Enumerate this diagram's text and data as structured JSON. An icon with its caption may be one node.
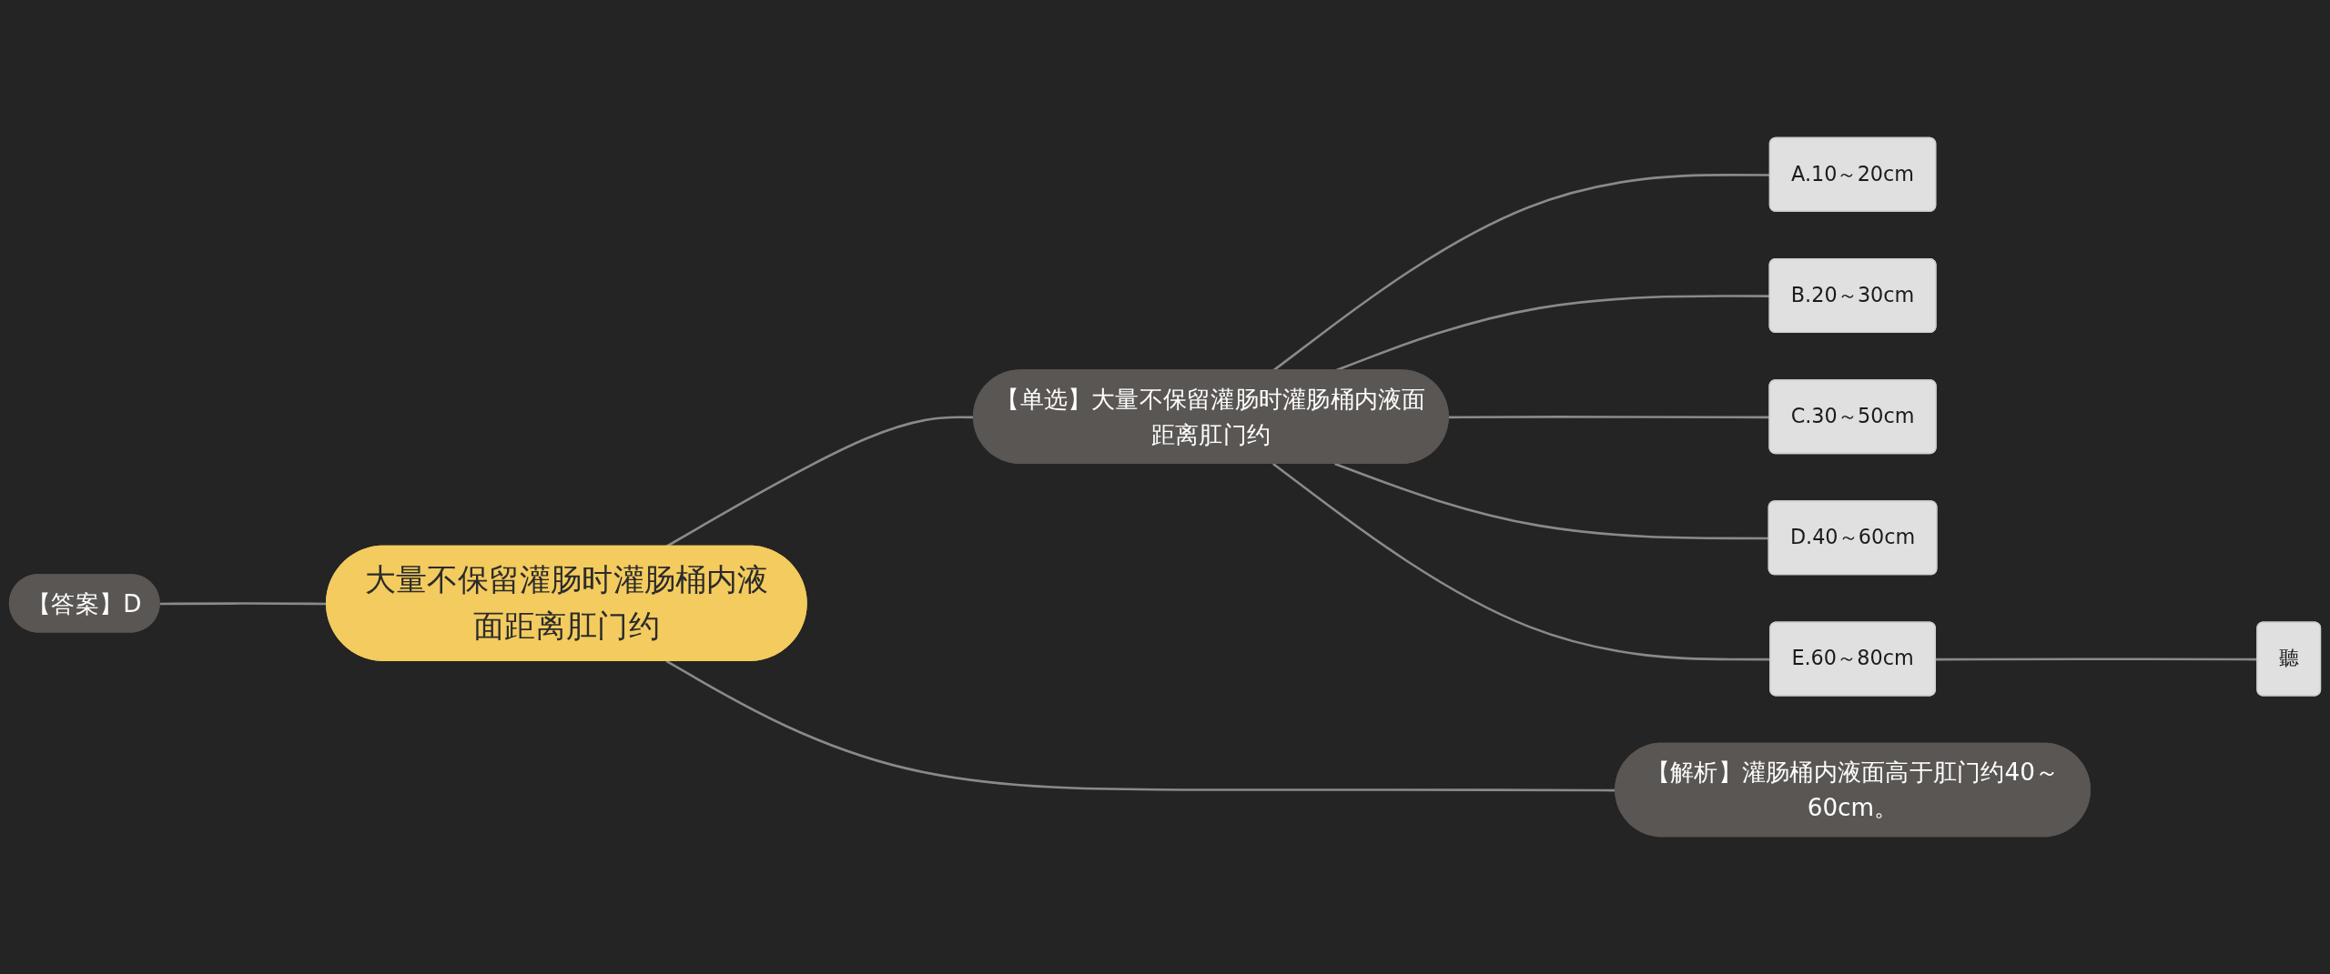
{
  "diagram": {
    "nodes": [
      {
        "text": [
          "大量不保留灌肠时灌肠桶内液面距离肛门约"
        ]
      },
      {
        "text": [
          "【答案】D"
        ]
      },
      {
        "text": [
          "【单选】大量不保留灌肠时灌肠桶内液面距离肛门约"
        ]
      },
      {
        "text": [
          "A.10～20cm"
        ]
      },
      {
        "text": [
          "B.20～30cm"
        ]
      },
      {
        "text": [
          "C.30～50cm"
        ]
      },
      {
        "text": [
          "D.40～60cm"
        ]
      },
      {
        "text": [
          "E.60～80cm"
        ]
      },
      {
        "text": [
          "聽"
        ]
      },
      {
        "text": [
          "【解析】灌肠桶内液面高于肛门约40～60cm。"
        ]
      }
    ],
    "edges": [
      {
        "from": 1,
        "to": 0,
        "arrow": "none"
      },
      {
        "from": 0,
        "to": 2,
        "arrow": "none"
      },
      {
        "from": 2,
        "to": 3,
        "arrow": "none"
      },
      {
        "from": 2,
        "to": 4,
        "arrow": "none"
      },
      {
        "from": 2,
        "to": 5,
        "arrow": "none"
      },
      {
        "from": 2,
        "to": 6,
        "arrow": "none"
      },
      {
        "from": 2,
        "to": 7,
        "arrow": "none"
      },
      {
        "from": 7,
        "to": 8,
        "arrow": "none"
      },
      {
        "from": 0,
        "to": 9,
        "arrow": "none"
      }
    ]
  }
}
